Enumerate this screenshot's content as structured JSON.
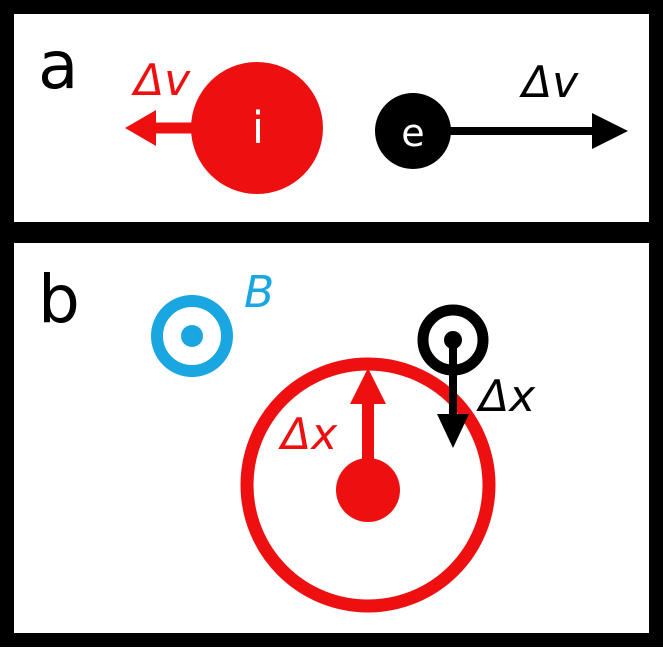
{
  "colors": {
    "ion": "#ee1010",
    "electron": "#000000",
    "field": "#1aa6e0",
    "frame": "#000000"
  },
  "panel_a": {
    "letter": "a",
    "ion": {
      "symbol": "i",
      "velocity_label": "Δv",
      "arrow_direction": "left"
    },
    "electron": {
      "symbol": "e",
      "velocity_label": "Δv",
      "arrow_direction": "right"
    }
  },
  "panel_b": {
    "letter": "b",
    "field": {
      "symbol": "B",
      "direction": "out-of-page",
      "icon": "dot-in-circle-icon"
    },
    "ion_orbit": {
      "displacement_label": "Δx",
      "arrow_direction": "up"
    },
    "electron_orbit": {
      "displacement_label": "Δx",
      "arrow_direction": "down"
    }
  }
}
